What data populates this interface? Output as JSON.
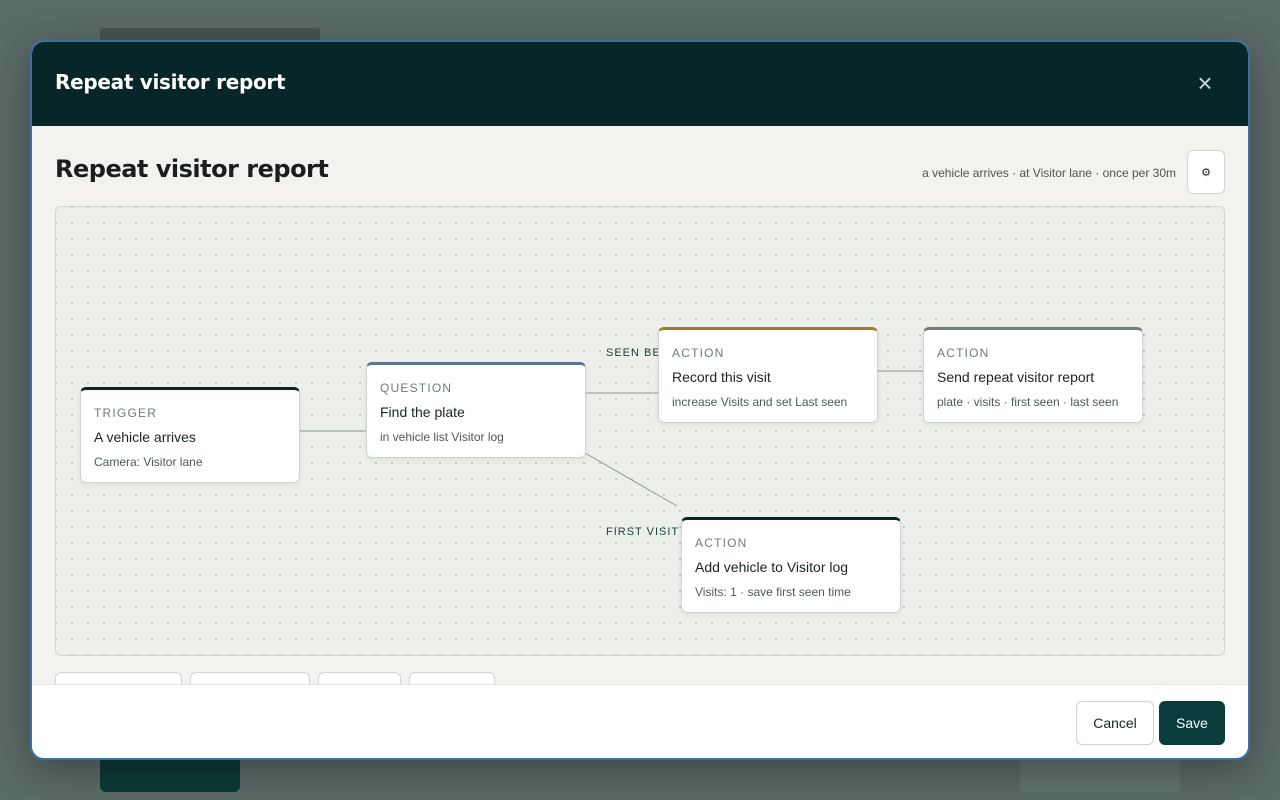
{
  "modal": {
    "header_title": "Repeat visitor report",
    "close_icon": "close-icon",
    "page_title": "Repeat visitor report",
    "summary": "a vehicle arrives · at Visitor lane · once per 30m",
    "settings_icon": "gear-icon",
    "settings_glyph": "⚙"
  },
  "flow": {
    "nodes": [
      {
        "id": "trigger",
        "kind": "Trigger",
        "title": "A vehicle arrives",
        "desc": "Camera: Visitor lane",
        "accent": "#062628"
      },
      {
        "id": "question",
        "kind": "Question",
        "title": "Find the plate",
        "desc": "in vehicle list Visitor log",
        "accent": "#5a7590"
      },
      {
        "id": "record",
        "kind": "Action",
        "title": "Record this visit",
        "desc": "increase Visits and set Last seen",
        "accent": "#b07524"
      },
      {
        "id": "send",
        "kind": "Action",
        "title": "Send repeat visitor report",
        "desc": "plate · visits · first seen · last seen",
        "accent": "#727b7d"
      },
      {
        "id": "add",
        "kind": "Action",
        "title": "Add vehicle to Visitor log",
        "desc": "Visits: 1 · save first seen time",
        "accent": "#062628"
      }
    ],
    "edge_labels": {
      "seen_before": "SEEN BEF",
      "first_visit": "FIRST VISIT"
    }
  },
  "footer": {
    "cancel_label": "Cancel",
    "save_label": "Save"
  }
}
